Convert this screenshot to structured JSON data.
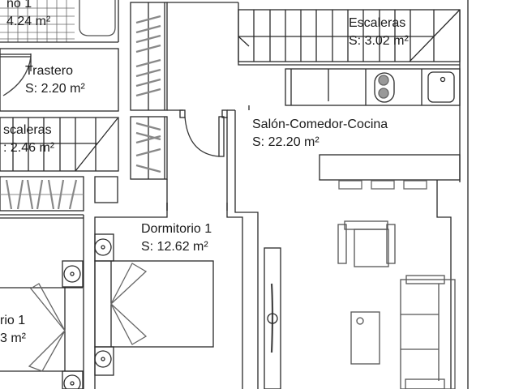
{
  "plan": {
    "type": "architectural floor plan",
    "line_color": "#2a2a2a",
    "furniture_color": "#555555",
    "background": "#ffffff"
  },
  "rooms": [
    {
      "id": "bano-1",
      "name": "ño 1",
      "area": "4.24 m²",
      "note": "cut off at left edge (Baño 1)"
    },
    {
      "id": "trastero",
      "name": "Trastero",
      "area": "S: 2.20 m²"
    },
    {
      "id": "escaleras-left",
      "name": "scaleras",
      "area": ": 2.46 m²",
      "note": "cut off at left edge (Escaleras)"
    },
    {
      "id": "escaleras-top",
      "name": "Escaleras",
      "area": "S: 3.02 m²"
    },
    {
      "id": "salon-comedor-cocina",
      "name": "Salón-Comedor-Cocina",
      "area": "S: 22.20 m²"
    },
    {
      "id": "dormitorio-1",
      "name": "Dormitorio 1",
      "area": "S: 12.62 m²"
    },
    {
      "id": "dormitorio-left",
      "name": "rio 1",
      "area": "3 m²",
      "note": "cut off at left edge (Dormitorio 1)"
    }
  ],
  "furniture": [
    "bathtub",
    "stairs-top",
    "stairs-left",
    "kitchen-counter",
    "cooktop",
    "sink",
    "bar-counter",
    "bar-stools",
    "armchair",
    "sofa",
    "coffee-table",
    "double-bed",
    "nightstands",
    "wardrobes",
    "tv-unit",
    "doors"
  ]
}
